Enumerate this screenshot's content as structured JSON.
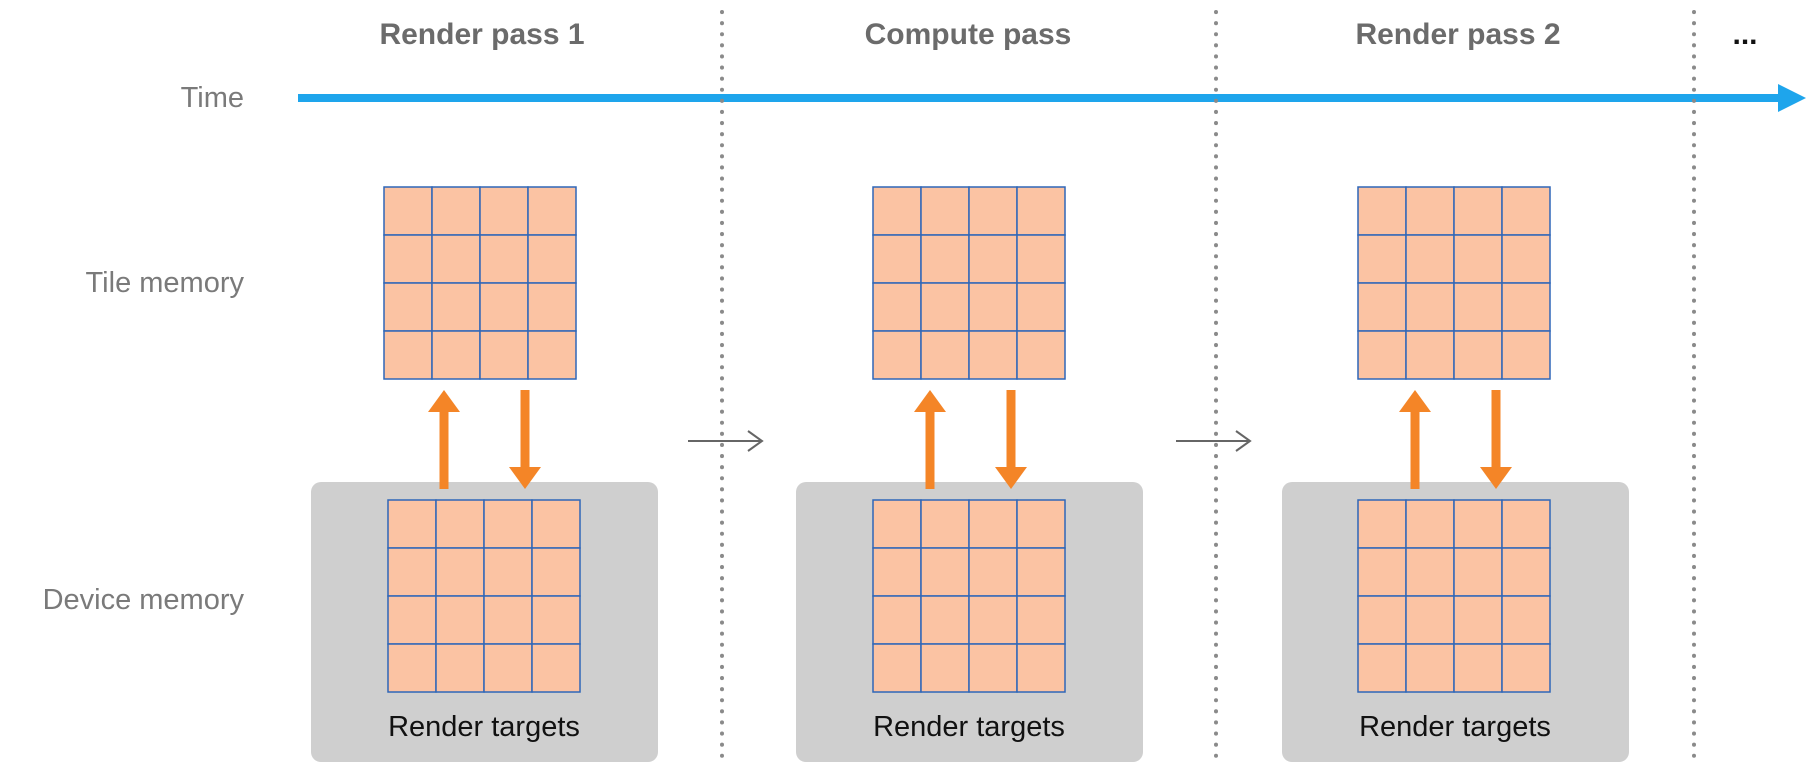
{
  "header": {
    "passes": [
      "Render pass 1",
      "Compute pass",
      "Render pass 2"
    ],
    "continuation": "..."
  },
  "rows": {
    "time": "Time",
    "tile_memory": "Tile memory",
    "device_memory": "Device memory"
  },
  "device_box_label": "Render targets",
  "grid": {
    "rows": 4,
    "cols": 4
  },
  "colors": {
    "timeline": "#1ea5ec",
    "tile_fill": "#fbc3a3",
    "tile_line": "#2f66b8",
    "transfer_arrow": "#f48527",
    "device_box": "#cfcfcf",
    "divider": "#8a8a8a",
    "flow_arrow": "#666666"
  }
}
